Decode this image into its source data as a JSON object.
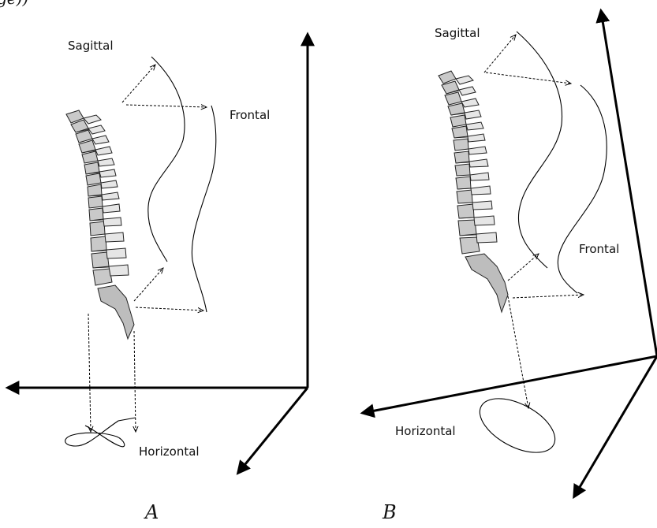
{
  "top_fragment": "ge))",
  "panel_a": {
    "caption": "A",
    "labels": {
      "sagittal": "Sagittal",
      "frontal": "Frontal",
      "horizontal": "Horizontal"
    }
  },
  "panel_b": {
    "caption": "B",
    "labels": {
      "sagittal": "Sagittal",
      "frontal": "Frontal",
      "horizontal": "Horizontal"
    }
  }
}
